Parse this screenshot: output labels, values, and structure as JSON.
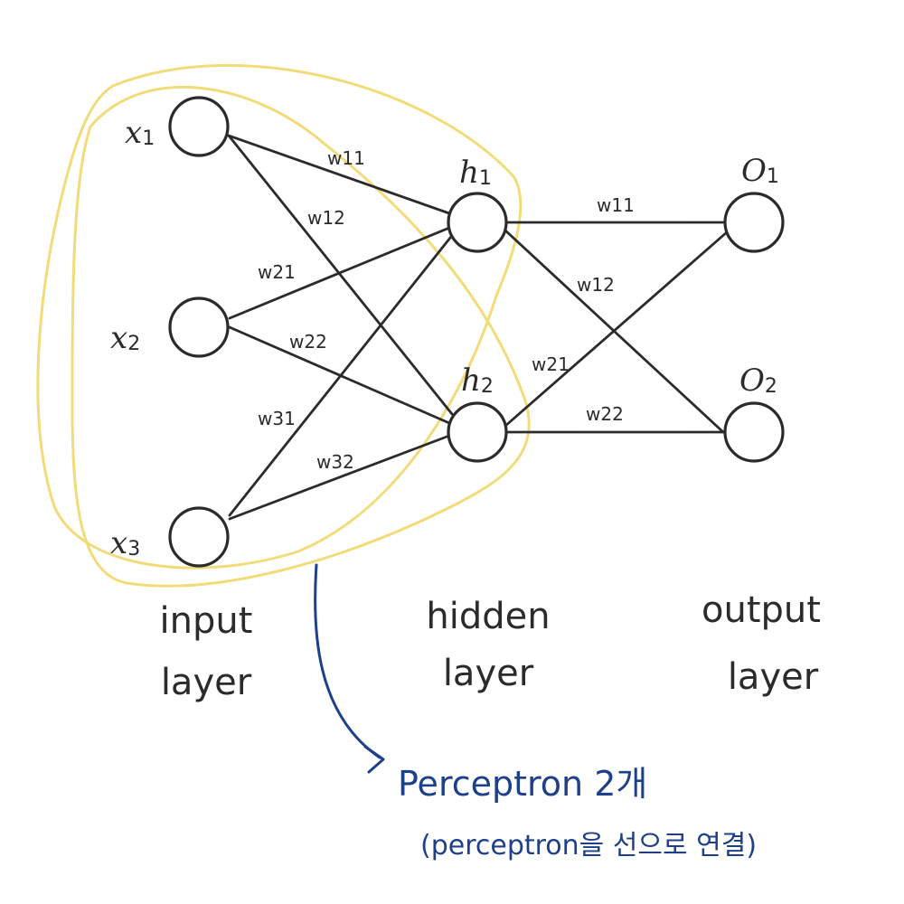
{
  "colors": {
    "ink": "#2b2b2b",
    "highlight": "#f2dc7a",
    "annotation": "#1e3f8a",
    "background": "#ffffff"
  },
  "nodes": {
    "x1": {
      "label": "x",
      "sub": "1"
    },
    "x2": {
      "label": "x",
      "sub": "2"
    },
    "x3": {
      "label": "x",
      "sub": "3"
    },
    "h1": {
      "label": "h",
      "sub": "1"
    },
    "h2": {
      "label": "h",
      "sub": "2"
    },
    "o1": {
      "label": "O",
      "sub": "1"
    },
    "o2": {
      "label": "O",
      "sub": "2"
    }
  },
  "weights_input_hidden": {
    "w11": "w11",
    "w12": "w12",
    "w21": "w21",
    "w22": "w22",
    "w31": "w31",
    "w32": "w32"
  },
  "weights_hidden_output": {
    "w11": "w11",
    "w12": "w12",
    "w21": "w21",
    "w22": "w22"
  },
  "layers": {
    "input": {
      "line1": "input",
      "line2": "layer"
    },
    "hidden": {
      "line1": "hidden",
      "line2": "layer"
    },
    "output": {
      "line1": "output",
      "line2": "layer"
    }
  },
  "annotation": {
    "title": "Perceptron 2개",
    "subtitle": "(perceptron을 선으로 연결)"
  }
}
